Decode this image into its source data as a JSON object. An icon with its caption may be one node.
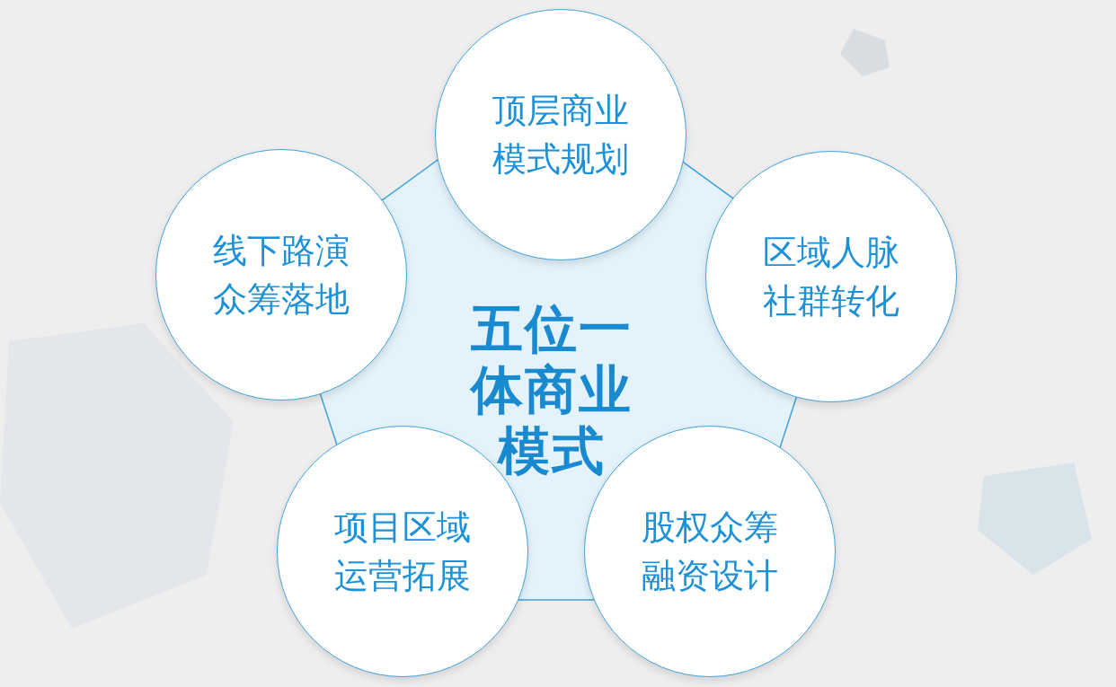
{
  "diagram": {
    "nodes": [
      {
        "text": [
          "五位一体商业模式"
        ]
      },
      {
        "text": [
          "顶层商业模式规划"
        ]
      },
      {
        "text": [
          "区域人脉社群转化"
        ]
      },
      {
        "text": [
          "股权众筹融资设计"
        ]
      },
      {
        "text": [
          "项目区域运营拓展"
        ]
      },
      {
        "text": [
          "线下路演众筹落地"
        ]
      }
    ]
  }
}
